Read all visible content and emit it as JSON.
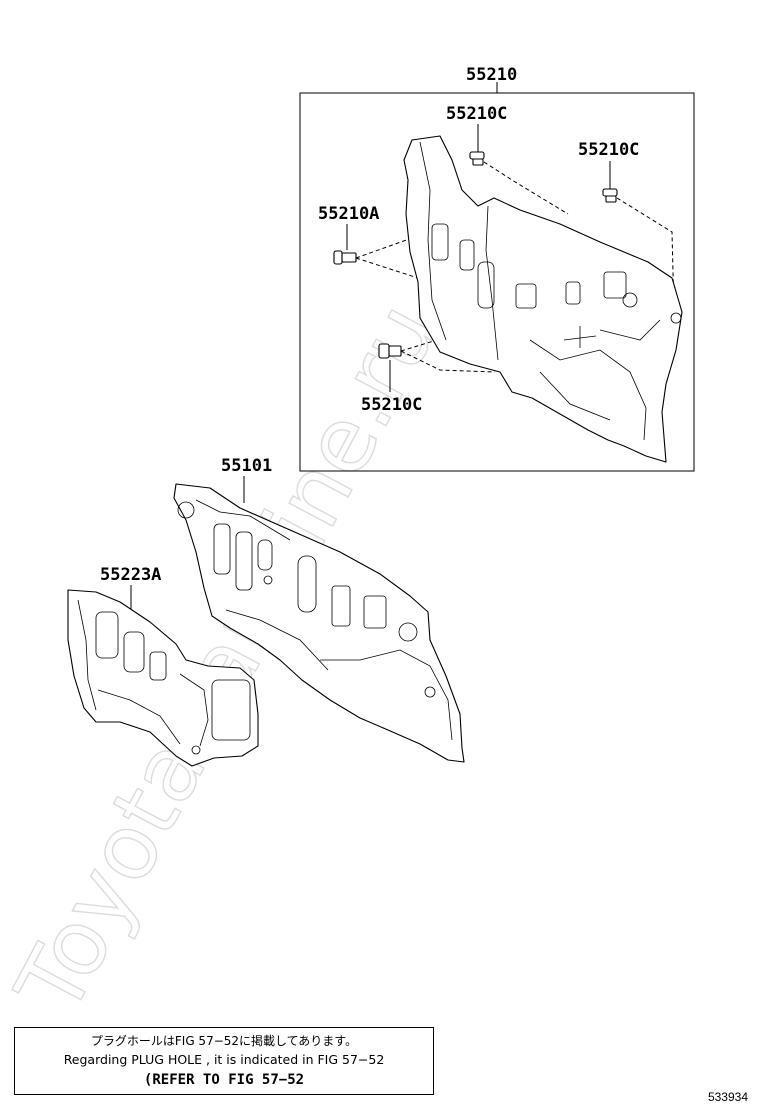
{
  "watermark": "ToyotaCarMine.ru",
  "callouts": {
    "assembly": "55210",
    "clip_top": "55210C",
    "clip_right": "55210C",
    "clip_left": "55210A",
    "clip_bottom": "55210C",
    "insulator_outer": "55101",
    "insulator_inner": "55223A"
  },
  "note": {
    "japanese": "プラグホールはFIG 57−52に掲載してあります。",
    "english": "Regarding  PLUG  HOLE , it is indicated in FIG  57−52",
    "refer": "(REFER TO FIG 57−52"
  },
  "diagram_id": "533934"
}
